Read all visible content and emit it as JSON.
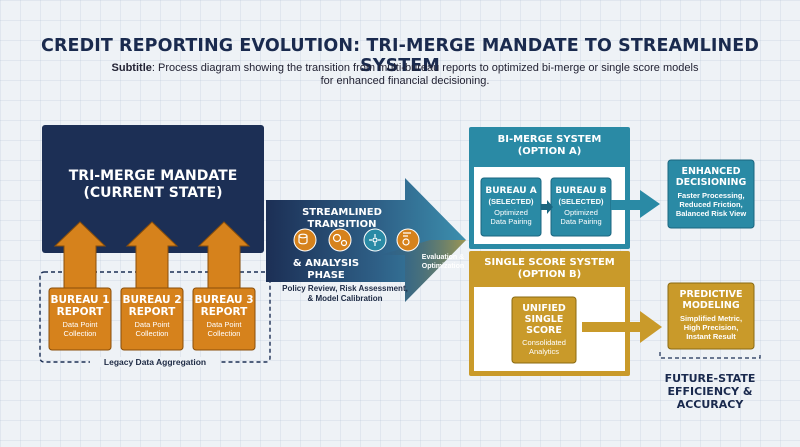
{
  "title": "CREDIT REPORTING EVOLUTION: TRI-MERGE MANDATE TO STREAMLINED SYSTEM",
  "subtitle": {
    "label": "Subtitle",
    "text": ": Process diagram showing the transition from multi-bureau reports to optimized bi-merge or single score models for enhanced financial decisioning."
  },
  "tri_merge": {
    "title_line1": "TRI-MERGE MANDATE",
    "title_line2": "(CURRENT STATE)",
    "bureaus": [
      {
        "title_line1": "BUREAU 1",
        "title_line2": "REPORT",
        "desc_line1": "Data Point",
        "desc_line2": "Collection"
      },
      {
        "title_line1": "BUREAU 2",
        "title_line2": "REPORT",
        "desc_line1": "Data Point",
        "desc_line2": "Collection"
      },
      {
        "title_line1": "BUREAU 3",
        "title_line2": "REPORT",
        "desc_line1": "Data Point",
        "desc_line2": "Collection"
      }
    ],
    "aggregation_label": "Legacy Data Aggregation"
  },
  "transition": {
    "title_line1": "STREAMLINED TRANSITION",
    "title_line2": "& ANALYSIS PHASE",
    "eval_line1": "Evaluation &",
    "eval_line2": "Optimization",
    "policy_line1": "Policy Review, Risk Assessment,",
    "policy_line2": "& Model Calibration",
    "icons": [
      "coins-icon",
      "gears-icon",
      "network-icon",
      "checklist-gear-icon"
    ]
  },
  "bi_merge": {
    "title_line1": "BI-MERGE SYSTEM",
    "title_line2": "(OPTION A)",
    "bureau_a": {
      "line1": "BUREAU A",
      "line2": "(SELECTED)",
      "desc_line1": "Optimized",
      "desc_line2": "Data Pairing"
    },
    "bureau_b": {
      "line1": "BUREAU B",
      "line2": "(SELECTED)",
      "desc_line1": "Optimized",
      "desc_line2": "Data Pairing"
    },
    "outcome": {
      "title_line1": "ENHANCED",
      "title_line2": "DECISIONING",
      "desc_line1": "Faster Processing,",
      "desc_line2": "Reduced Friction,",
      "desc_line3": "Balanced Risk View"
    }
  },
  "single_score": {
    "title_line1": "SINGLE SCORE SYSTEM",
    "title_line2": "(OPTION B)",
    "unified": {
      "line1": "UNIFIED",
      "line2": "SINGLE",
      "line3": "SCORE",
      "desc_line1": "Consolidated",
      "desc_line2": "Analytics"
    },
    "outcome": {
      "title_line1": "PREDICTIVE",
      "title_line2": "MODELING",
      "desc_line1": "Simplified Metric,",
      "desc_line2": "High Precision,",
      "desc_line3": "Instant Result"
    }
  },
  "future_state": {
    "line1": "FUTURE-STATE",
    "line2": "EFFICIENCY & ACCURACY"
  },
  "colors": {
    "navy": "#1c2f55",
    "orange": "#d6821c",
    "teal": "#2a8aa5",
    "gold": "#c99a2a"
  }
}
